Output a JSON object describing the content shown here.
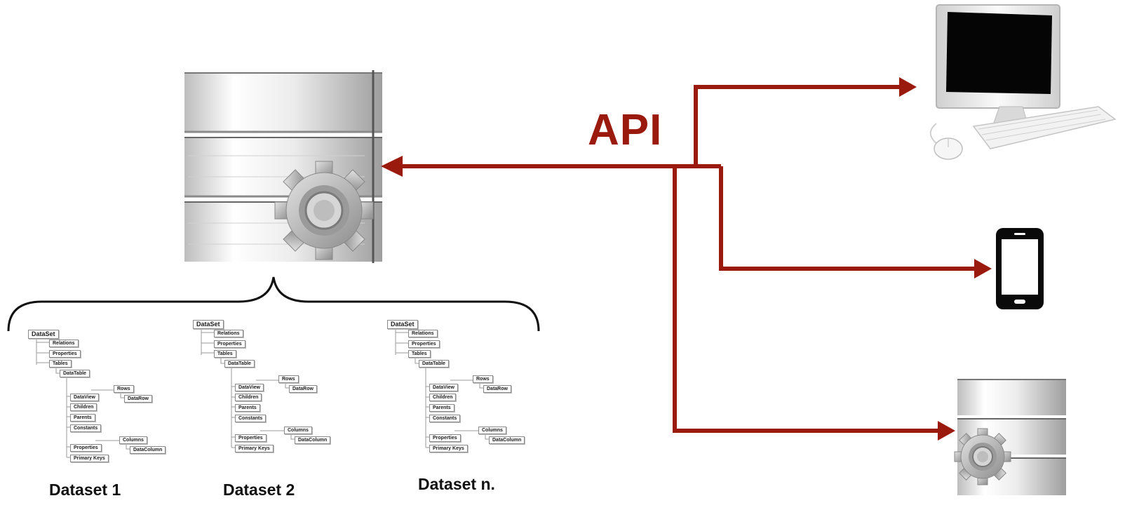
{
  "api_label": "API",
  "datasets": [
    {
      "label": "Dataset 1"
    },
    {
      "label": "Dataset 2"
    },
    {
      "label": "Dataset n."
    }
  ],
  "tree_nodes": {
    "dataset": "DataSet",
    "relations": "Relations",
    "properties": "Properties",
    "tables": "Tables",
    "datatable": "DataTable",
    "rows": "Rows",
    "datarow": "DataRow",
    "dataview": "DataView",
    "children": "Children",
    "parents": "Parents",
    "constants": "Constants",
    "columns": "Columns",
    "datacolumn": "DataColumn",
    "properties2": "Properties",
    "primary_keys": "Primary Keys"
  },
  "icons": {
    "main_server": "database-gear-icon",
    "desktop": "desktop-computer-icon",
    "phone": "smartphone-icon",
    "small_server": "database-gear-icon"
  },
  "colors": {
    "arrow": "#9b1a0e",
    "brace": "#111111"
  }
}
